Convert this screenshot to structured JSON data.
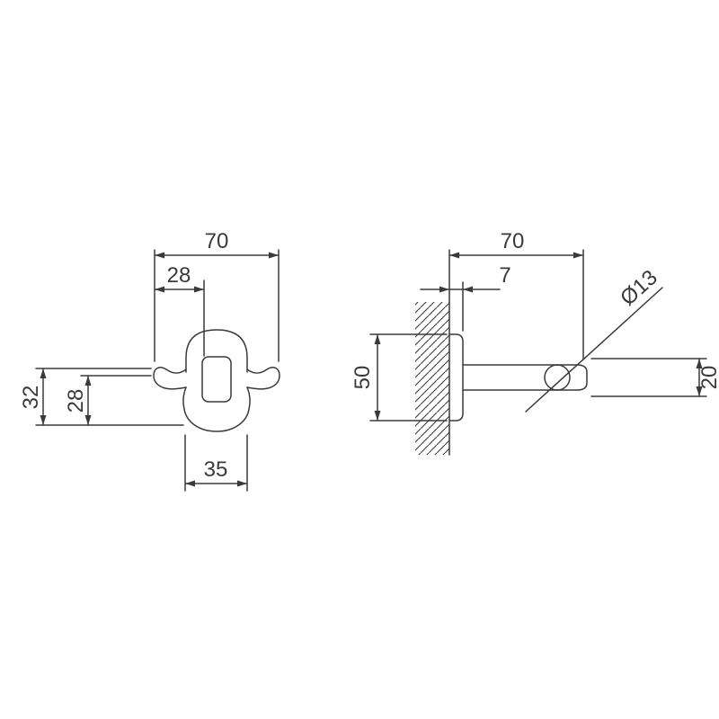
{
  "colors": {
    "background": "#ffffff",
    "line": "#3a3a3a",
    "hatch": "#3a3a3a"
  },
  "front_view": {
    "overall_width": "70",
    "center_offset": "28",
    "side_height": "32",
    "inner_height": "28",
    "base_width": "35"
  },
  "side_view": {
    "overall_depth": "70",
    "plate_thickness": "7",
    "rod_diameter": "Ø13",
    "plate_height": "50",
    "end_height": "20"
  }
}
